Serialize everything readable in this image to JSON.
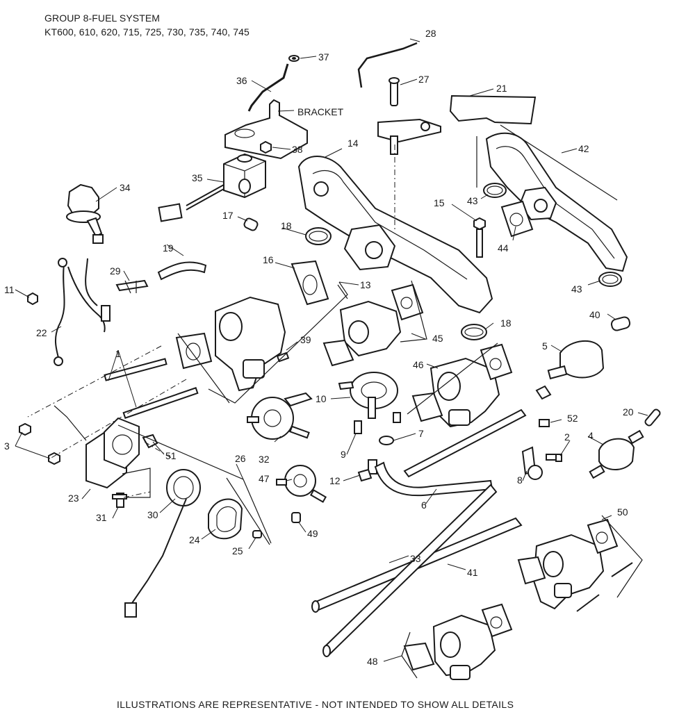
{
  "header": {
    "title": "GROUP 8-FUEL SYSTEM",
    "models": "KT600, 610, 620, 715, 725, 730, 735, 740, 745"
  },
  "footer": {
    "note": "ILLUSTRATIONS ARE REPRESENTATIVE - NOT INTENDED TO SHOW ALL DETAILS"
  },
  "callouts": {
    "c1": "1",
    "c2": "2",
    "c3": "3",
    "c4": "4",
    "c5": "5",
    "c6": "6",
    "c7": "7",
    "c8": "8",
    "c9": "9",
    "c10": "10",
    "c11": "11",
    "c12": "12",
    "c13": "13",
    "c14": "14",
    "c15": "15",
    "c16": "16",
    "c17": "17",
    "c18a": "18",
    "c18b": "18",
    "c19": "19",
    "c20": "20",
    "c21": "21",
    "c22": "22",
    "c23": "23",
    "c24": "24",
    "c25": "25",
    "c26": "26",
    "c27": "27",
    "c28": "28",
    "c29": "29",
    "c30": "30",
    "c31": "31",
    "c32": "32",
    "c33": "33",
    "c34": "34",
    "c35": "35",
    "c36": "36",
    "c37": "37",
    "c38": "38",
    "c39": "39",
    "c40": "40",
    "c41": "41",
    "c42": "42",
    "c43a": "43",
    "c43b": "43",
    "c44": "44",
    "c45": "45",
    "c46": "46",
    "c47": "47",
    "c48": "48",
    "c49": "49",
    "c50": "50",
    "c51": "51",
    "c52": "52",
    "bracket": "BRACKET"
  }
}
